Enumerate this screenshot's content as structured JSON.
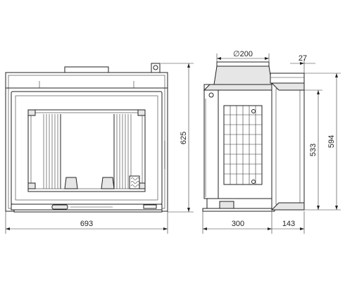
{
  "colors": {
    "line": "#222222",
    "background": "#ffffff",
    "shade": "#e6e6e6"
  },
  "dimensions": {
    "front_width": "693",
    "front_height": "625",
    "side_depth": "300",
    "door_depth": "143",
    "height_inner": "533",
    "height_total": "594",
    "flue_diameter": "∅200",
    "top_offset": "27"
  }
}
